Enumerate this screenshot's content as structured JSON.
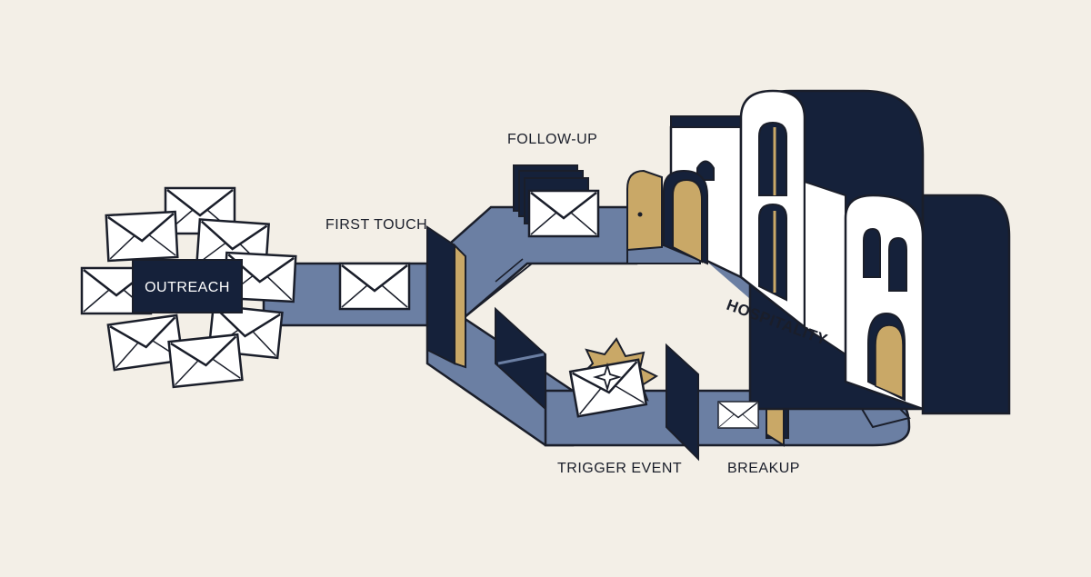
{
  "labels": {
    "outreach": "OUTREACH",
    "first_touch": "FIRST TOUCH",
    "follow_up": "FOLLOW-UP",
    "trigger_event": "TRIGGER EVENT",
    "breakup": "BREAKUP",
    "hospitality": "HOSPITALITY"
  },
  "colors": {
    "background": "#f3efe7",
    "navy": "#15213a",
    "path_blue": "#6b7fa3",
    "gold": "#c9a867",
    "white": "#ffffff",
    "outline": "#1a1e2a"
  }
}
